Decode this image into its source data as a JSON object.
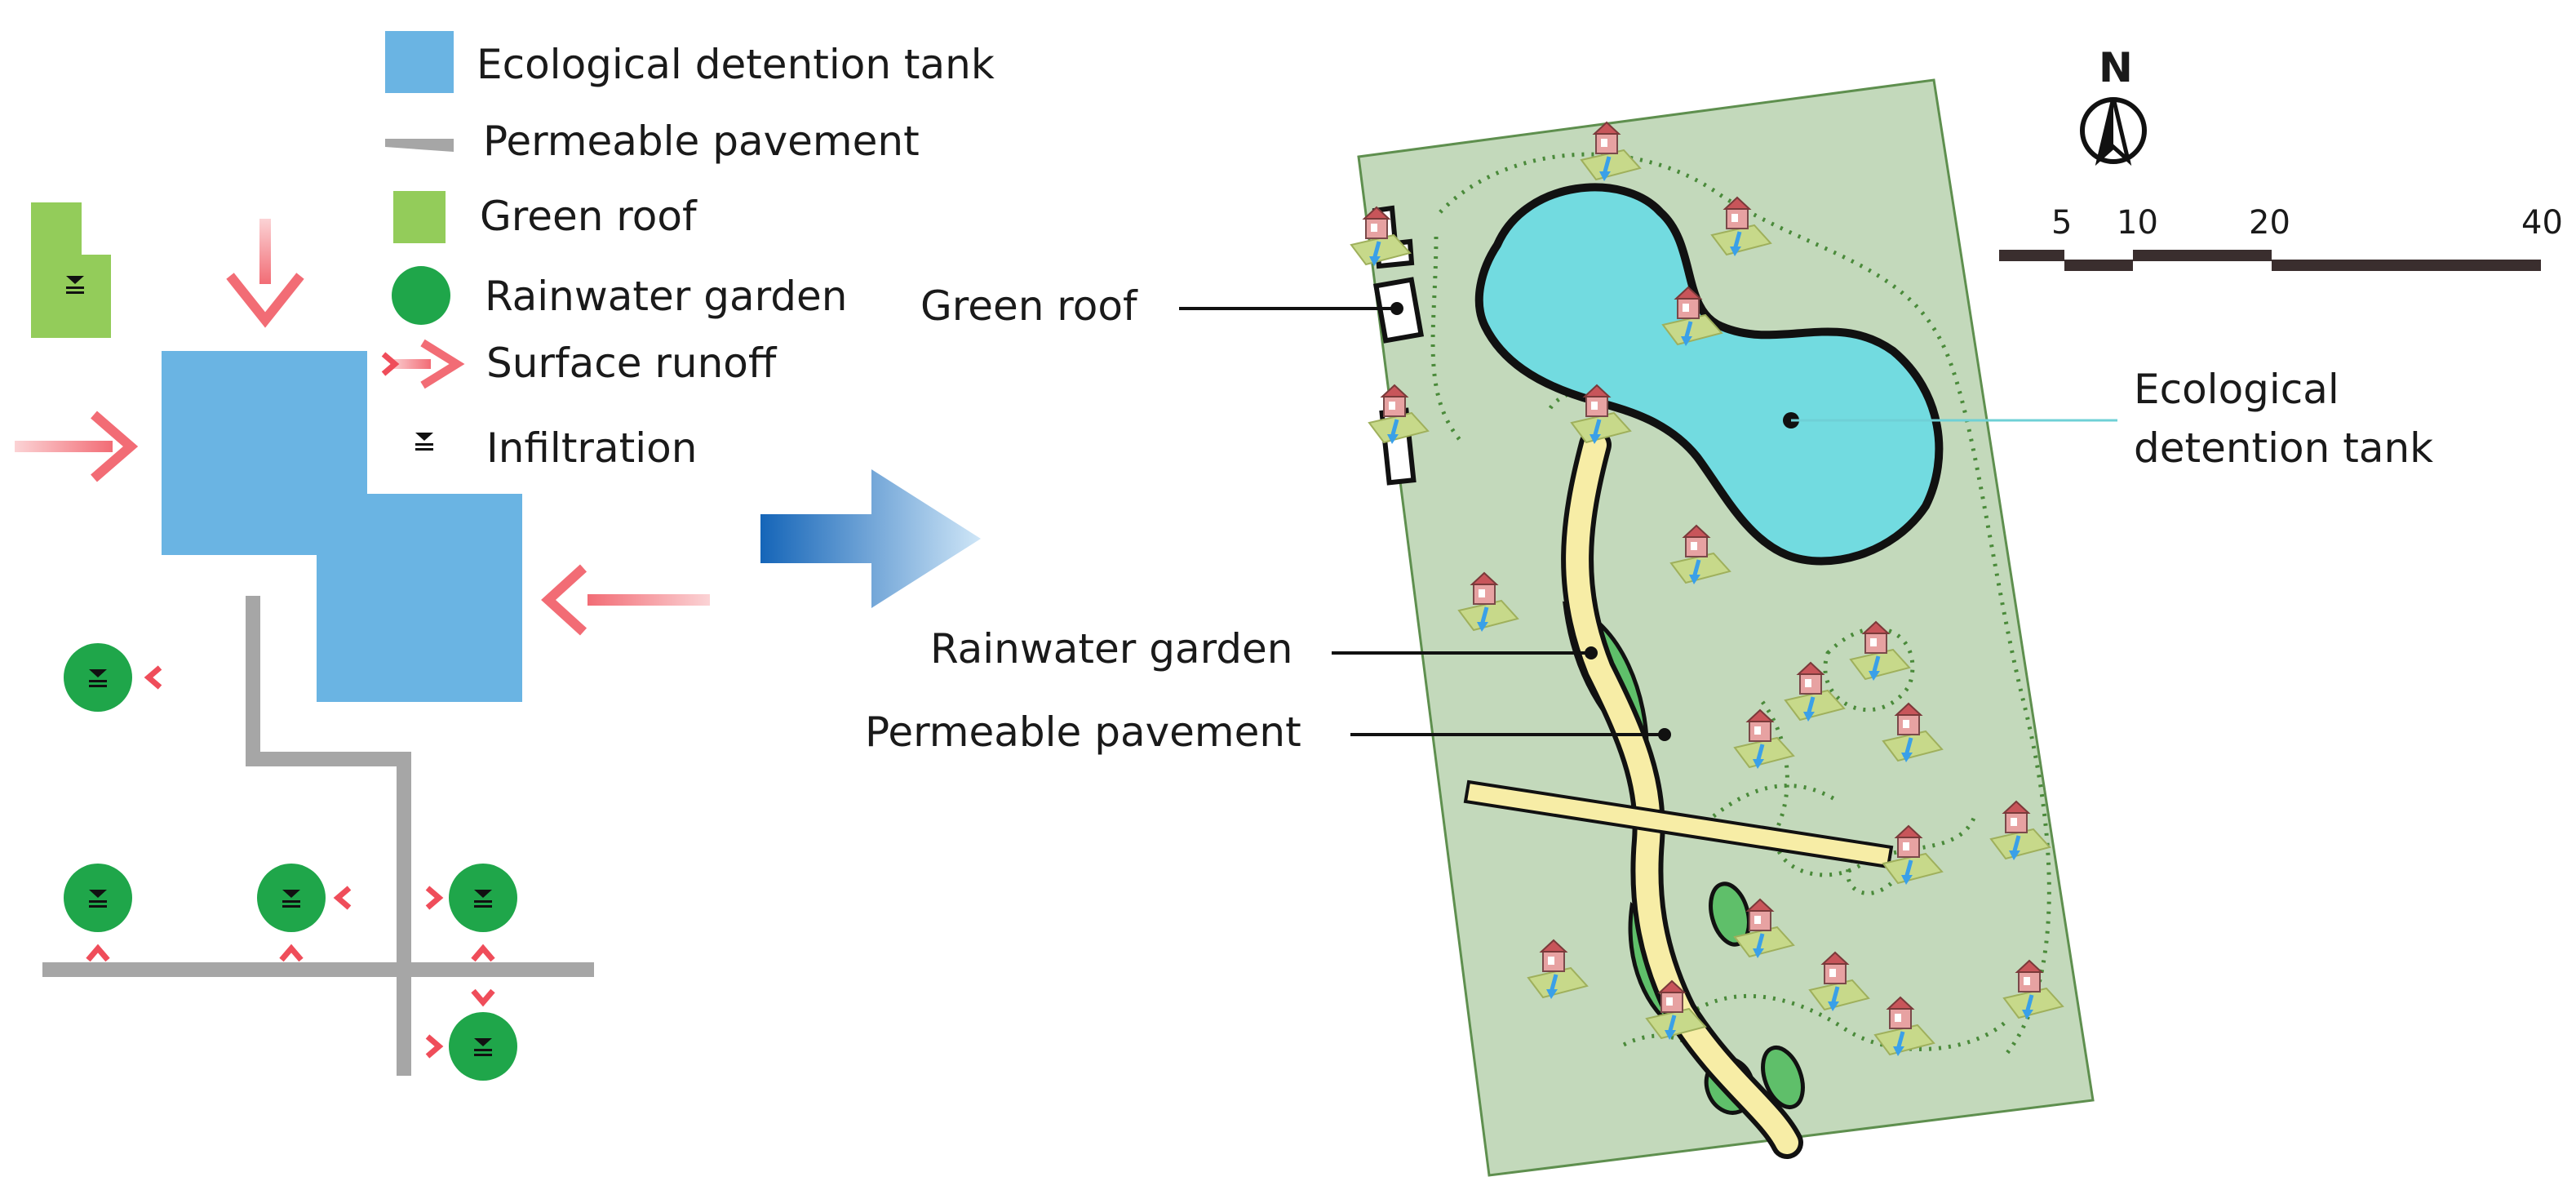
{
  "legend": {
    "items": [
      {
        "key": "tank",
        "label": "Ecological detention tank"
      },
      {
        "key": "pavement",
        "label": "Permeable pavement"
      },
      {
        "key": "green_roof",
        "label": "Green roof"
      },
      {
        "key": "rain_garden",
        "label": "Rainwater garden"
      },
      {
        "key": "runoff",
        "label": "Surface runoff"
      },
      {
        "key": "infiltration",
        "label": "Infiltration"
      }
    ]
  },
  "site_plan": {
    "callouts": {
      "green_roof": "Green roof",
      "tank_line1": "Ecological",
      "tank_line2": "detention tank",
      "rain_garden": "Rainwater garden",
      "pavement": "Permeable pavement"
    },
    "north_label": "N",
    "scale_ticks": [
      "5",
      "10",
      "20",
      "40"
    ]
  },
  "colors": {
    "tank_blue": "#6ab4e3",
    "pond_cyan": "#72dbe0",
    "site_green": "#c3d9bb",
    "green_roof": "#93cc5a",
    "rain_garden": "#1fa64a",
    "pavement_gray": "#a6a6a6",
    "path_yellow": "#f7eda6",
    "runoff_pink": "#f59aa0"
  }
}
